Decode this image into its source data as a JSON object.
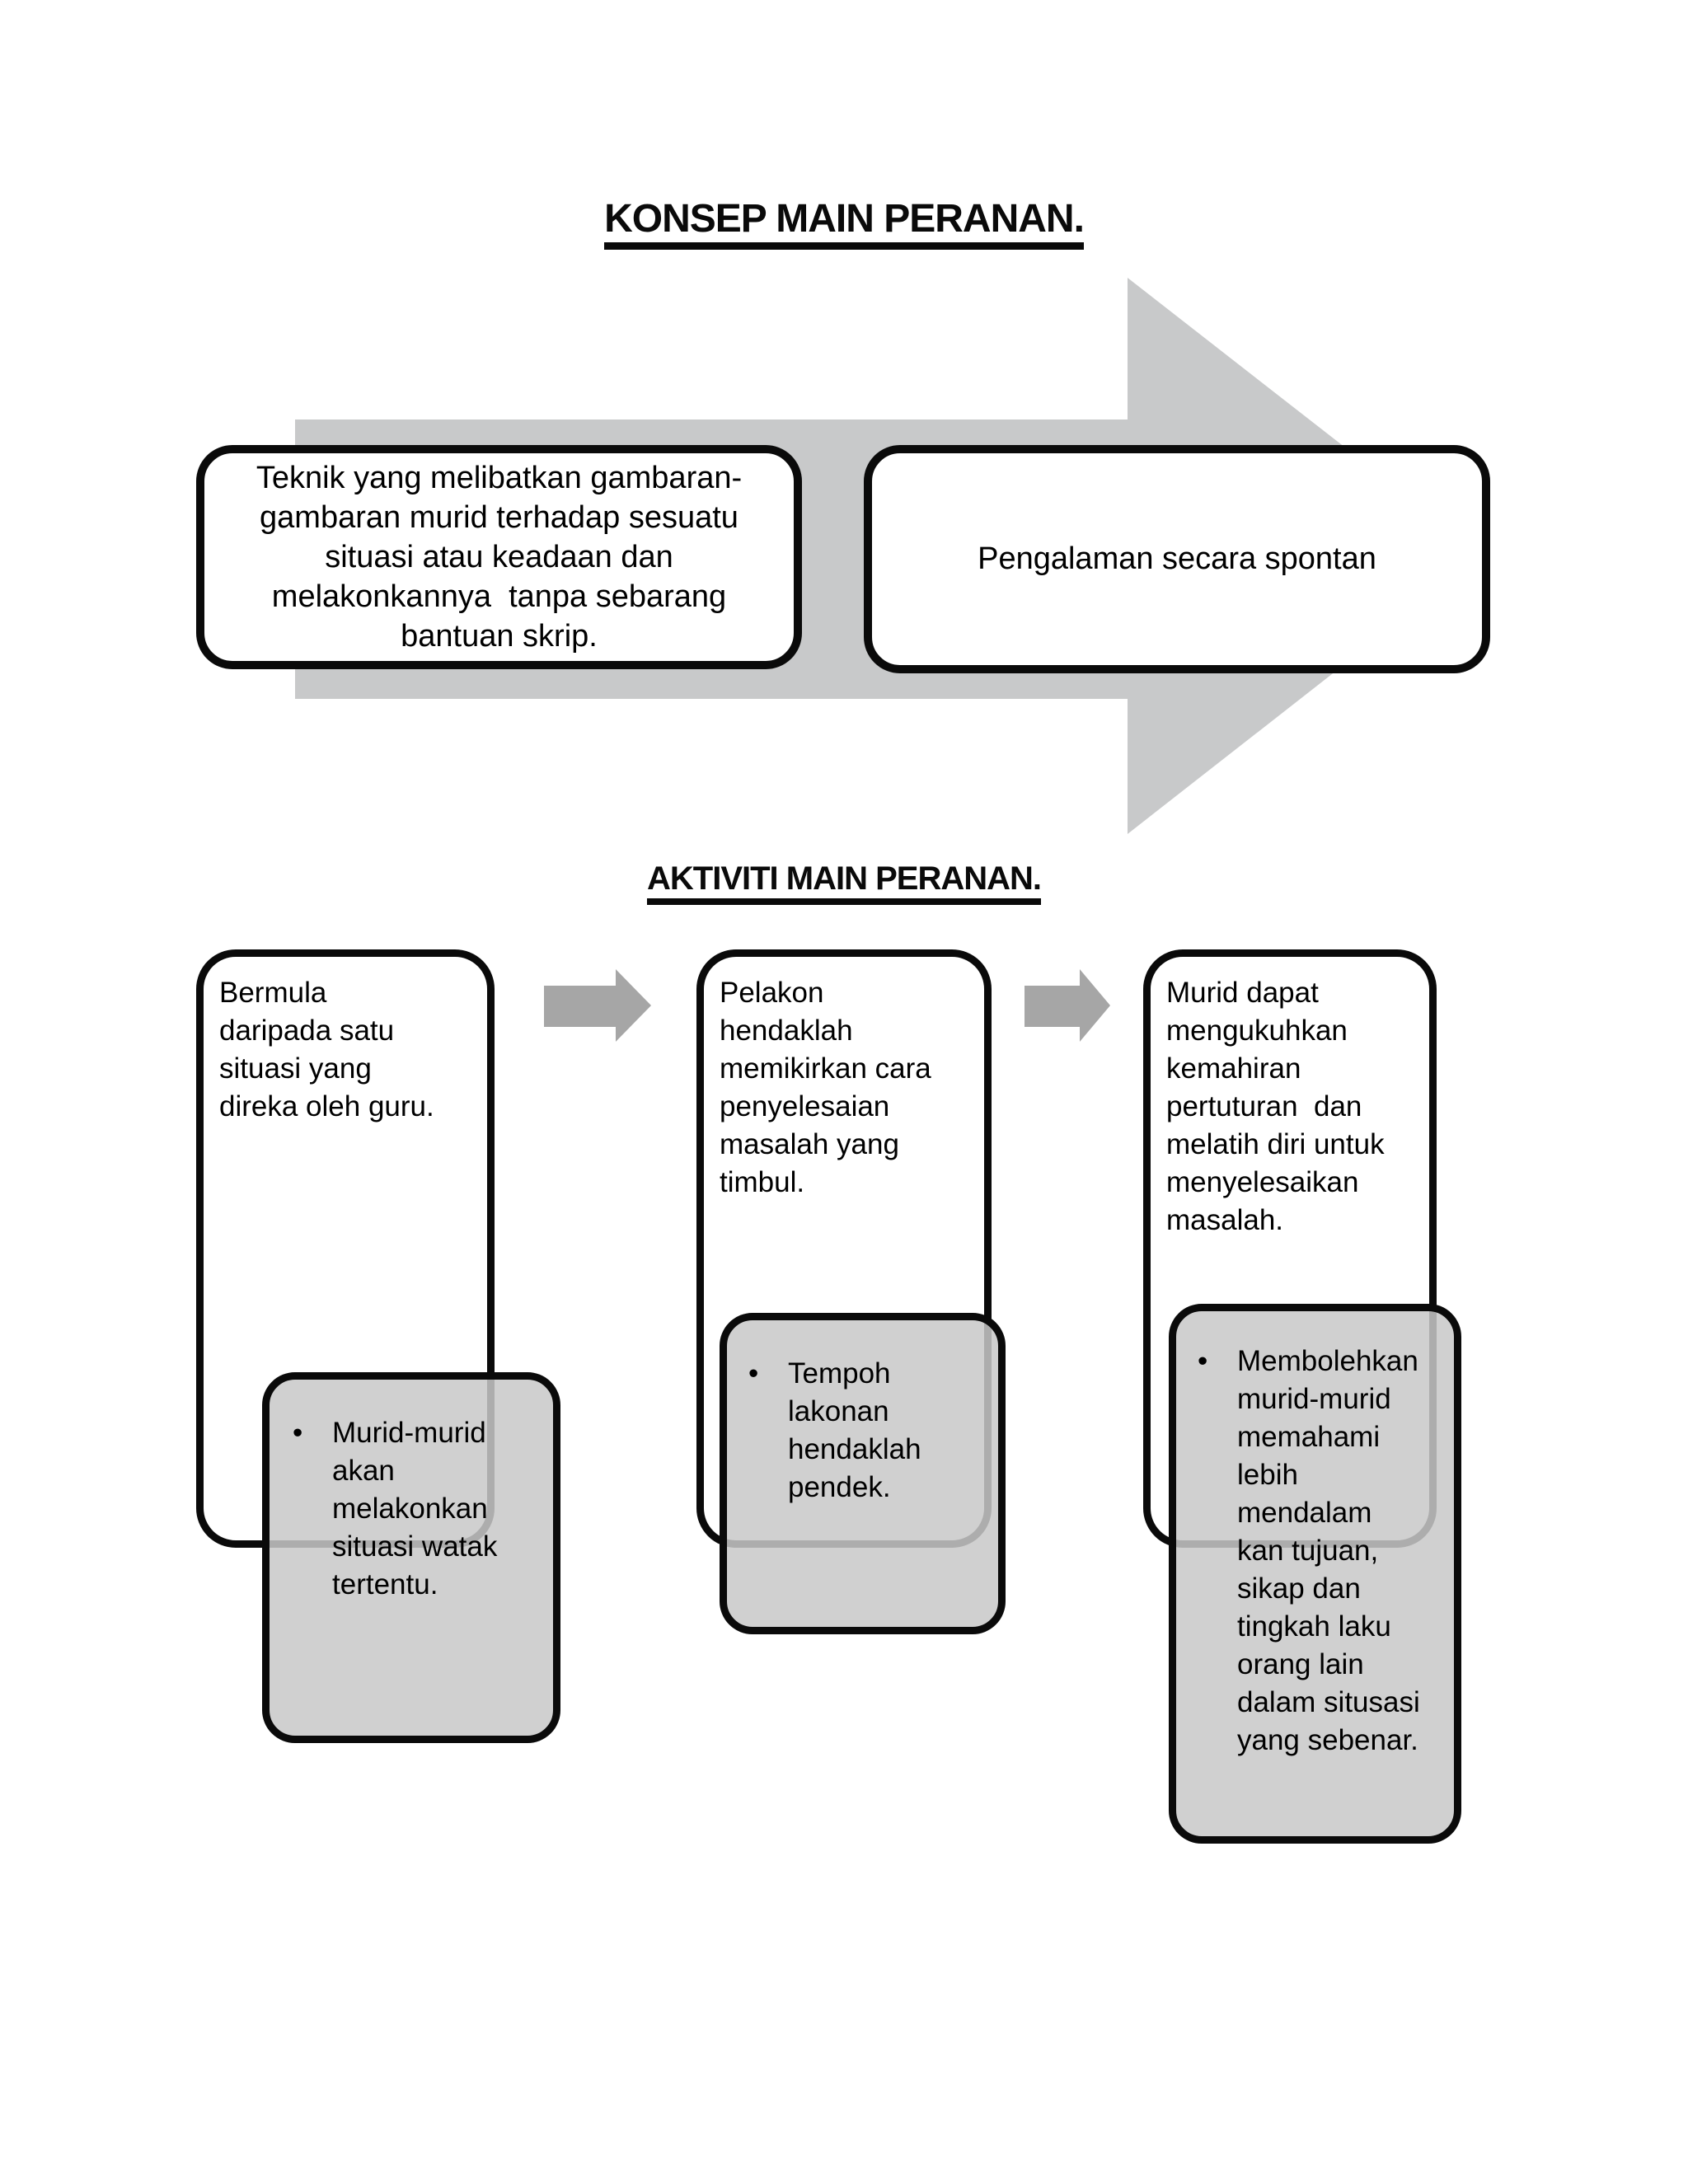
{
  "colors": {
    "background": "#ffffff",
    "big_arrow": "#c8c9ca",
    "small_arrow": "#a6a6a6",
    "note_fill": "#cfcfcf",
    "outline": "#0a0a0a"
  },
  "konsep": {
    "title": "KONSEP MAIN PERANAN.",
    "definition_box": "Teknik yang melibatkan gambaran-\ngambaran murid terhadap sesuatu\nsituasi atau keadaan dan\nmelakonkannya  tanpa sebarang\nbantuan skrip.",
    "spontan_box": "Pengalaman secara spontan"
  },
  "aktiviti": {
    "title": "AKTIVITI MAIN PERANAN.",
    "columns": [
      {
        "heading": "Bermula\ndaripada satu\nsituasi yang\ndireka oleh guru.",
        "bullet_marker": "•",
        "note": "Murid-murid\nakan\nmelakonkan\nsituasi watak\ntertentu."
      },
      {
        "heading": "Pelakon\nhendaklah\nmemikirkan cara\npenyelesaian\nmasalah yang\ntimbul.",
        "bullet_marker": "•",
        "note": "Tempoh\nlakonan\nhendaklah\npendek."
      },
      {
        "heading": "Murid dapat\nmengukuhkan\nkemahiran\npertuturan  dan\nmelatih diri untuk\nmenyelesaikan\nmasalah.",
        "bullet_marker": "•",
        "note": "Membolehkan\nmurid-murid\nmemahami\nlebih\nmendalam\nkan tujuan,\nsikap dan\ntingkah laku\norang lain\ndalam situsasi\nyang sebenar."
      }
    ]
  }
}
